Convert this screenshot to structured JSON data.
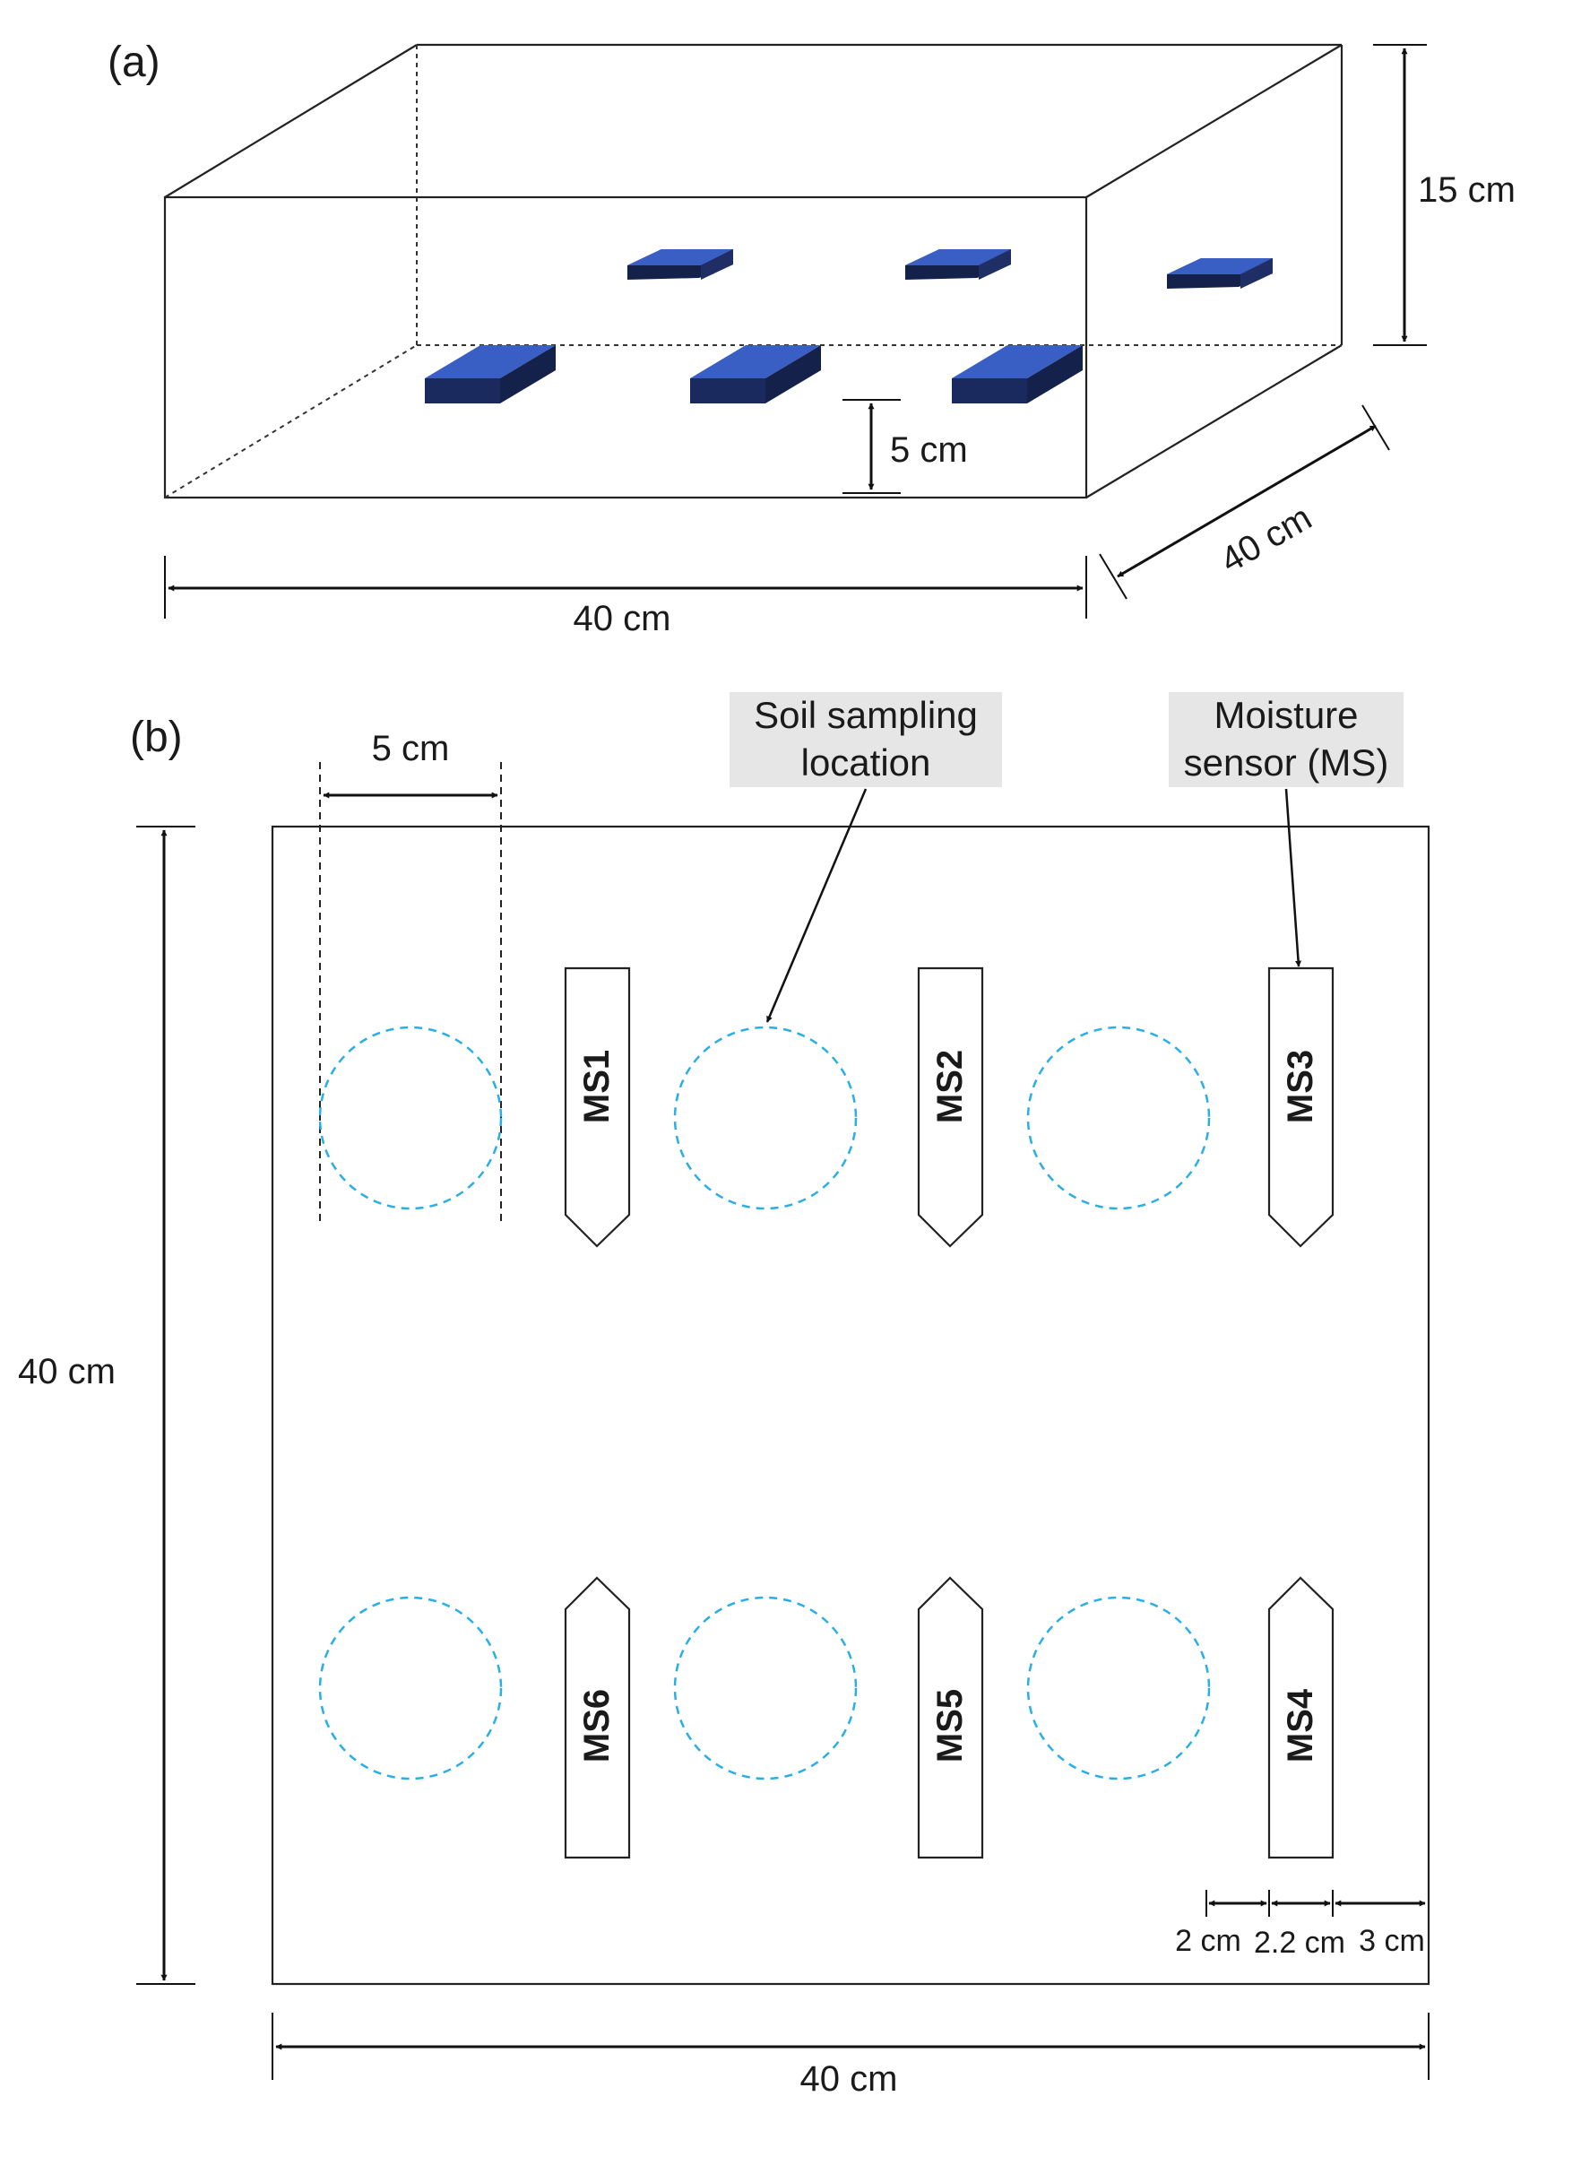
{
  "panel_a": {
    "label": "(a)",
    "dim_height": "15 cm",
    "dim_sensor_depth": "5 cm",
    "dim_depth": "40 cm",
    "dim_width": "40 cm"
  },
  "panel_b": {
    "label": "(b)",
    "dim_circle_width": "5 cm",
    "dim_height": "40 cm",
    "dim_width": "40 cm",
    "callout_sampling": [
      "Soil sampling",
      "location"
    ],
    "callout_sensor": [
      "Moisture",
      "sensor (MS)"
    ],
    "sensors_top": [
      "MS1",
      "MS2",
      "MS3"
    ],
    "sensors_bottom": [
      "MS6",
      "MS5",
      "MS4"
    ],
    "spacing_labels": [
      "2 cm",
      "2.2 cm",
      "3 cm"
    ]
  },
  "colors": {
    "sensor_fill": "#3a5fc4",
    "sensor_side": "#14214a",
    "sampling_circle": "#29aee6",
    "callout_bg": "#e6e6e6"
  }
}
